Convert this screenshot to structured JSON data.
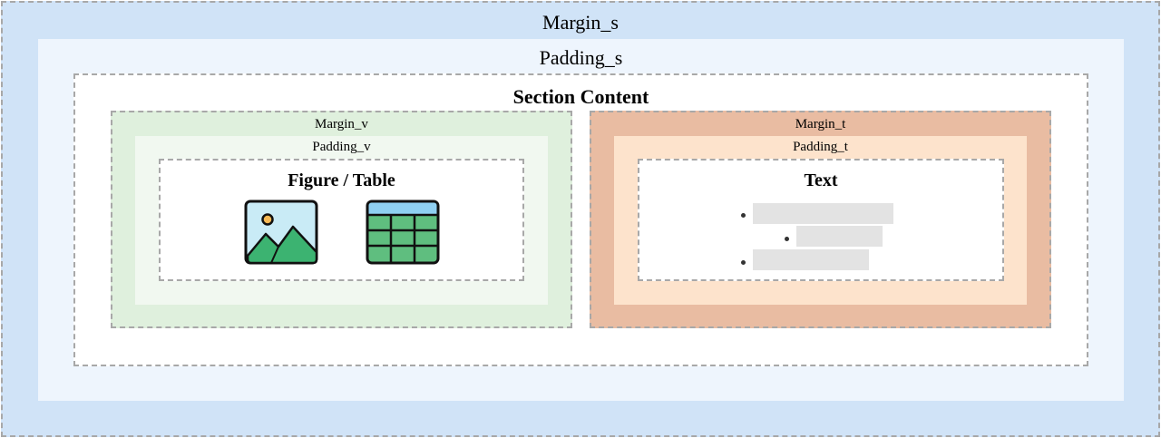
{
  "labels": {
    "margin_s": "Margin_s",
    "padding_s": "Padding_s",
    "section_content": "Section Content",
    "margin_v": "Margin_v",
    "padding_v": "Padding_v",
    "figure_table": "Figure / Table",
    "margin_t": "Margin_t",
    "padding_t": "Padding_t",
    "text": "Text"
  },
  "icons": {
    "figure": "image-icon",
    "table": "table-icon"
  },
  "colors": {
    "margin_s": "#d0e3f7",
    "padding_s": "#eef5fd",
    "margin_v": "#dff0dd",
    "padding_v": "#f1f8f0",
    "margin_t": "#e9bca2",
    "padding_t": "#fde3cc",
    "text_placeholder": "#e3e3e3"
  }
}
